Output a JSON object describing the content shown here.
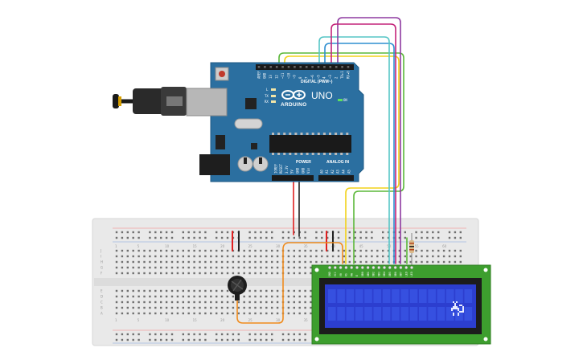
{
  "board": {
    "brand": "ARDUINO",
    "model": "UNO",
    "digital_label": "DIGITAL (PWM~)",
    "power_label": "POWER",
    "analog_label": "ANALOG IN",
    "on_label": "ON",
    "led_labels": [
      "L",
      "TX",
      "RX"
    ],
    "digital_pins": [
      "AREF",
      "GND",
      "13",
      "12",
      "~11",
      "~10",
      "~9",
      "8",
      "7",
      "~6",
      "~5",
      "4",
      "~3",
      "2",
      "TX▸1",
      "RX◂0"
    ],
    "power_pins": [
      "IOREF",
      "RESET",
      "3.3V",
      "5V",
      "GND",
      "GND",
      "Vin"
    ],
    "analog_pins": [
      "A0",
      "A1",
      "A2",
      "A3",
      "A4",
      "A5"
    ]
  },
  "breadboard": {
    "column_numbers": [
      "1",
      "5",
      "10",
      "15",
      "20",
      "25",
      "30",
      "35",
      "40",
      "45",
      "50",
      "55",
      "60"
    ],
    "row_letters_top": [
      "J",
      "I",
      "H",
      "G",
      "F"
    ],
    "row_letters_bottom": [
      "E",
      "D",
      "C",
      "B",
      "A"
    ]
  },
  "lcd": {
    "pin_labels": [
      "GND",
      "VCC",
      "V0",
      "RS",
      "RW",
      "E",
      "DB0",
      "DB1",
      "DB2",
      "DB3",
      "DB4",
      "DB5",
      "DB6",
      "DB7",
      "LED",
      "LED"
    ]
  },
  "colors": {
    "board": "#2b6fa0",
    "breadboard": "#e8e8e8",
    "lcd_pcb": "#3d9e2e",
    "lcd_screen": "#2c3ecf",
    "wire_red": "#e02020",
    "wire_black": "#222222",
    "wire_orange": "#f08c1e",
    "wire_yellow": "#f2d21a",
    "wire_green": "#5cb83a",
    "wire_blue": "#2f8fd1",
    "wire_cyan": "#56c6c6",
    "wire_purple": "#8e3aa0",
    "wire_magenta": "#c4237a"
  }
}
